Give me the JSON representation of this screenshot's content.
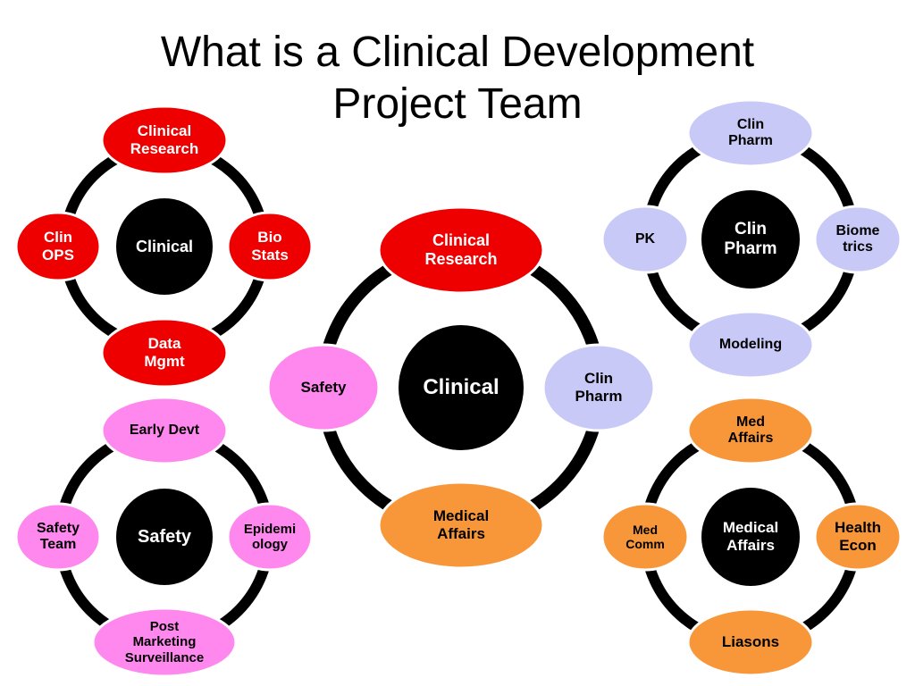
{
  "title": {
    "line1": "What is a Clinical Development",
    "line2": "Project Team"
  },
  "colors": {
    "ring": "#000000",
    "red": "#ee0000",
    "lavender": "#c9c9f7",
    "pink": "#ff88ee",
    "orange": "#f7973a",
    "hub": "#000000",
    "hub_text": "#ffffff",
    "red_text": "#ffffff",
    "dark_text": "#000000"
  },
  "clusters": [
    {
      "id": "clinical-small",
      "hub": [
        "Clinical"
      ],
      "top": {
        "lines": [
          "Clinical",
          "Research"
        ],
        "color": "red"
      },
      "right": {
        "lines": [
          "Bio",
          "Stats"
        ],
        "color": "red"
      },
      "bottom": {
        "lines": [
          "Data",
          "Mgmt"
        ],
        "color": "red"
      },
      "left": {
        "lines": [
          "Clin",
          "OPS"
        ],
        "color": "red"
      }
    },
    {
      "id": "clinpharm",
      "hub": [
        "Clin",
        "Pharm"
      ],
      "top": {
        "lines": [
          "Clin",
          "Pharm"
        ],
        "color": "lavender"
      },
      "right": {
        "lines": [
          "Biome",
          "trics"
        ],
        "color": "lavender"
      },
      "bottom": {
        "lines": [
          "Modeling"
        ],
        "color": "lavender"
      },
      "left": {
        "lines": [
          "PK"
        ],
        "color": "lavender"
      }
    },
    {
      "id": "clinical-center",
      "hub": [
        "Clinical"
      ],
      "top": {
        "lines": [
          "Clinical",
          "Research"
        ],
        "color": "red"
      },
      "right": {
        "lines": [
          "Clin",
          "Pharm"
        ],
        "color": "lavender"
      },
      "bottom": {
        "lines": [
          "Medical",
          "Affairs"
        ],
        "color": "orange"
      },
      "left": {
        "lines": [
          "Safety"
        ],
        "color": "pink"
      }
    },
    {
      "id": "safety",
      "hub": [
        "Safety"
      ],
      "top": {
        "lines": [
          "Early Devt"
        ],
        "color": "pink"
      },
      "right": {
        "lines": [
          "Epidemi",
          "ology"
        ],
        "color": "pink"
      },
      "bottom": {
        "lines": [
          "Post",
          "Marketing",
          "Surveillance"
        ],
        "color": "pink"
      },
      "left": {
        "lines": [
          "Safety",
          "Team"
        ],
        "color": "pink"
      }
    },
    {
      "id": "medical-affairs",
      "hub": [
        "Medical",
        "Affairs"
      ],
      "top": {
        "lines": [
          "Med",
          "Affairs"
        ],
        "color": "orange"
      },
      "right": {
        "lines": [
          "Health",
          "Econ"
        ],
        "color": "orange"
      },
      "bottom": {
        "lines": [
          "Liasons"
        ],
        "color": "orange"
      },
      "left": {
        "lines": [
          "Med",
          "Comm"
        ],
        "color": "orange"
      }
    }
  ]
}
